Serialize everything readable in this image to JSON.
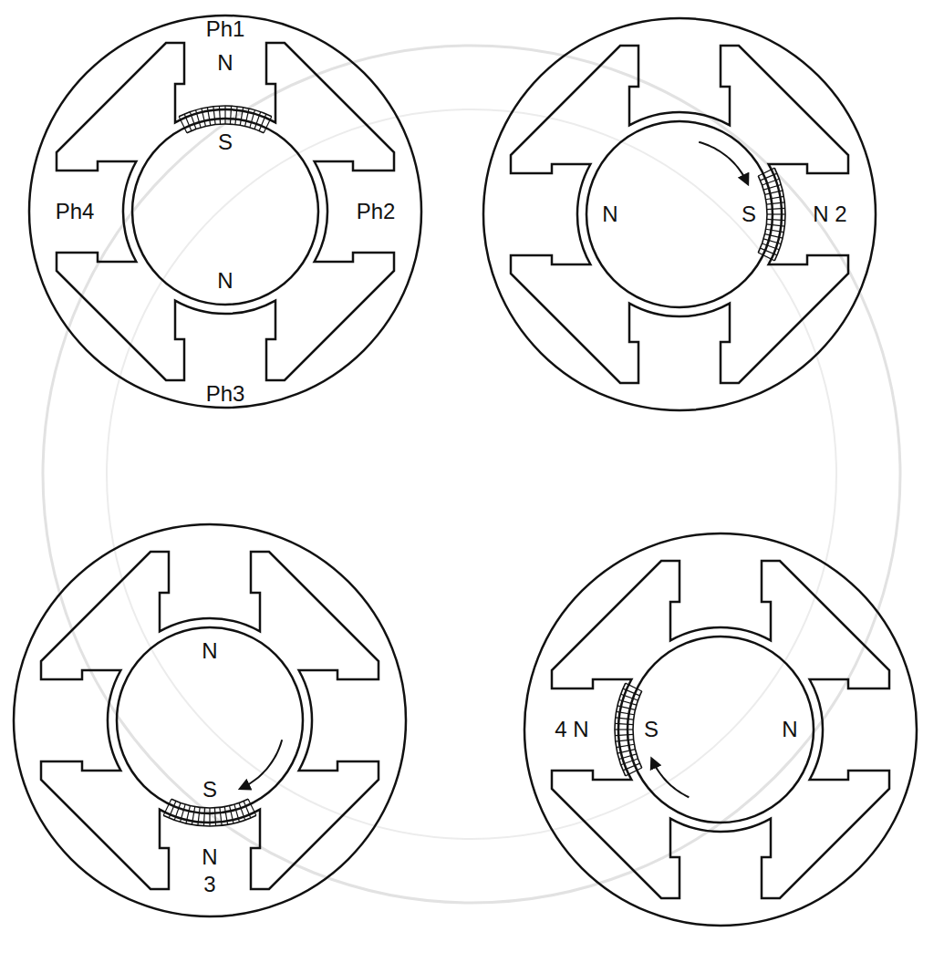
{
  "diagram": {
    "labels": [
      "Ph1",
      "N",
      "S",
      "Ph4",
      "Ph2",
      "N",
      "Ph3",
      "N",
      "S",
      "N 2",
      "N",
      "S",
      "N",
      "3",
      "4 N",
      "S",
      "N"
    ]
  }
}
